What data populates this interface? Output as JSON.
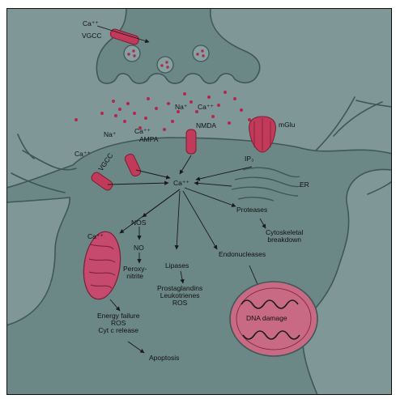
{
  "diagram": {
    "presynaptic": {
      "ca_label": "Ca⁺⁺",
      "vgcc_label": "VGCC"
    },
    "receptors": {
      "ampa": {
        "na_label": "Na⁺",
        "ca_label": "Ca⁺⁺",
        "name": "AMPA"
      },
      "nmda": {
        "na_label": "Na⁺",
        "ca_label": "Ca⁺⁺",
        "name": "NMDA"
      },
      "vgcc": {
        "ca_label": "Ca⁺⁺",
        "name": "VGCC"
      },
      "mglu": {
        "name": "mGlu",
        "ip3_label": "IP₃"
      }
    },
    "er_label": "ER",
    "central_ca": "Ca⁺⁺",
    "mito_ca": "Ca⁺⁺",
    "pathways": {
      "nos": "NOS",
      "no": "NO",
      "peroxynitrite": "Peroxy-\nnitrite",
      "lipases": "Lipases",
      "lipase_products": "Prostaglandins\nLeukotrienes\nROS",
      "endonucleases": "Endonucleases",
      "dna_damage": "DNA damage",
      "proteases": "Proteases",
      "cytoskeletal": "Cytoskeletal\nbreakdown",
      "mito_outcomes": "Energy failure\nROS\nCyt c release",
      "apoptosis": "Apoptosis"
    },
    "colors": {
      "background": "#7f9897",
      "cell": "#6c8886",
      "membrane": "#3f5756",
      "channel": "#c23a5a",
      "glutamate": "#b0284a",
      "mitochondrion": "#c64a6e",
      "nucleus": "#c96a85"
    }
  }
}
